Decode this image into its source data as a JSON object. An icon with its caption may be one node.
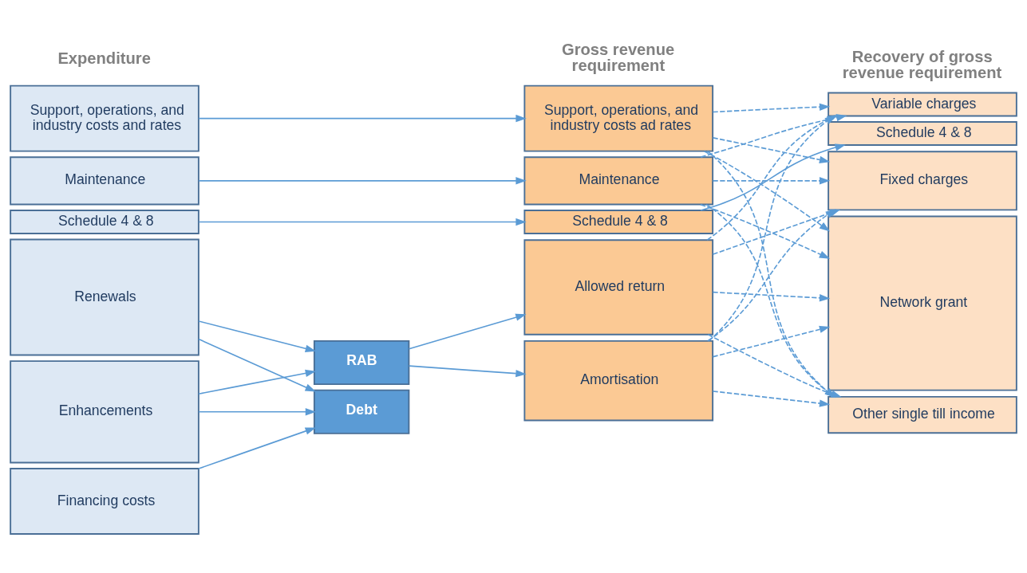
{
  "diagram": {
    "nodes": [
      {
        "text": [
          "Support, operations, and industry costs and rates"
        ]
      },
      {
        "text": [
          "Maintenance"
        ]
      },
      {
        "text": [
          "Schedule 4 & 8"
        ]
      },
      {
        "text": [
          "Renewals"
        ]
      },
      {
        "text": [
          "Enhancements"
        ]
      },
      {
        "text": [
          "Financing costs"
        ]
      },
      {
        "text": [
          "RAB"
        ]
      },
      {
        "text": [
          "Debt"
        ]
      },
      {
        "text": [
          "Support, operations, and industry costs ad rates"
        ]
      },
      {
        "text": [
          "Maintenance"
        ]
      },
      {
        "text": [
          "Schedule 4 & 8"
        ]
      },
      {
        "text": [
          "Allowed return"
        ]
      },
      {
        "text": [
          "Amortisation"
        ]
      },
      {
        "text": [
          "Variable charges"
        ]
      },
      {
        "text": [
          "Schedule 4 & 8"
        ]
      },
      {
        "text": [
          "Fixed charges"
        ]
      },
      {
        "text": [
          "Network grant"
        ]
      },
      {
        "text": [
          "Other single till income"
        ]
      }
    ],
    "edges": [
      {
        "from": 0,
        "to": 8,
        "arrow": "to"
      },
      {
        "from": 1,
        "to": 9,
        "arrow": "to"
      },
      {
        "from": 2,
        "to": 10,
        "arrow": "to"
      },
      {
        "from": 3,
        "to": 6,
        "arrow": "to"
      },
      {
        "from": 3,
        "to": 7,
        "arrow": "to"
      },
      {
        "from": 4,
        "to": 6,
        "arrow": "to"
      },
      {
        "from": 4,
        "to": 7,
        "arrow": "to"
      },
      {
        "from": 5,
        "to": 7,
        "arrow": "to"
      },
      {
        "from": 6,
        "to": 11,
        "arrow": "to"
      },
      {
        "from": 6,
        "to": 12,
        "arrow": "to"
      },
      {
        "from": 10,
        "to": 14,
        "arrow": "to"
      },
      {
        "from": 8,
        "to": 13,
        "arrow": "to",
        "style": "dashed"
      },
      {
        "from": 8,
        "to": 15,
        "arrow": "to",
        "style": "dashed"
      },
      {
        "from": 8,
        "to": 16,
        "arrow": "to",
        "style": "dashed"
      },
      {
        "from": 8,
        "to": 17,
        "arrow": "to",
        "style": "dashed"
      },
      {
        "from": 9,
        "to": 13,
        "arrow": "to",
        "style": "dashed"
      },
      {
        "from": 9,
        "to": 15,
        "arrow": "to",
        "style": "dashed"
      },
      {
        "from": 9,
        "to": 16,
        "arrow": "to",
        "style": "dashed"
      },
      {
        "from": 9,
        "to": 17,
        "arrow": "to",
        "style": "dashed"
      },
      {
        "from": 11,
        "to": 13,
        "arrow": "to",
        "style": "dashed"
      },
      {
        "from": 11,
        "to": 15,
        "arrow": "to",
        "style": "dashed"
      },
      {
        "from": 11,
        "to": 16,
        "arrow": "to",
        "style": "dashed"
      },
      {
        "from": 11,
        "to": 17,
        "arrow": "to",
        "style": "dashed"
      },
      {
        "from": 12,
        "to": 13,
        "arrow": "to",
        "style": "dashed"
      },
      {
        "from": 12,
        "to": 15,
        "arrow": "to",
        "style": "dashed"
      },
      {
        "from": 12,
        "to": 16,
        "arrow": "to",
        "style": "dashed"
      },
      {
        "from": 12,
        "to": 17,
        "arrow": "to",
        "style": "dashed"
      }
    ],
    "labels": [
      "Expenditure",
      "Gross revenue requirement",
      "Recovery of gross revenue requirement"
    ]
  }
}
